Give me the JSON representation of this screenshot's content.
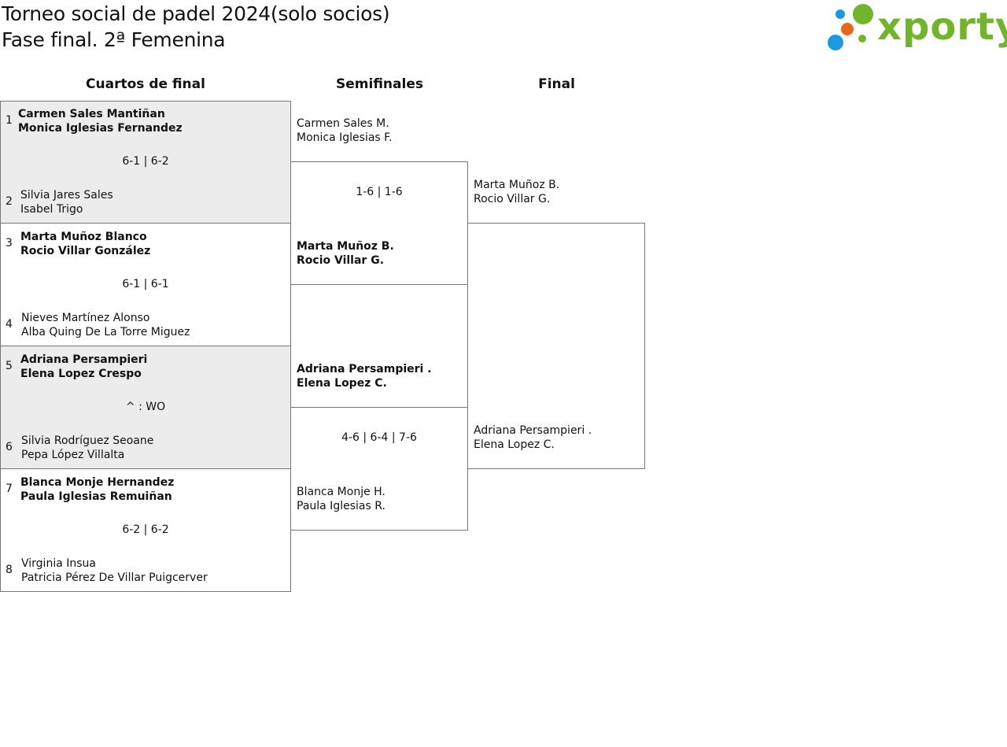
{
  "header": {
    "title_line1": "Torneo social de padel 2024(solo socios)",
    "title_line2": "Fase final. 2ª Femenina"
  },
  "logo": {
    "text": "xporty",
    "colors": [
      "#1a9be0",
      "#e8651a",
      "#72b42c"
    ]
  },
  "rounds": [
    "Cuartos de final",
    "Semifinales",
    "Final"
  ],
  "quarterfinals": [
    {
      "seed_a": "1",
      "team_a": [
        "Carmen Sales Mantiñan",
        "Monica Iglesias Fernandez"
      ],
      "score": "6-1 | 6-2",
      "seed_b": "2",
      "team_b": [
        "Silvia Jares Sales",
        "Isabel Trigo"
      ]
    },
    {
      "seed_a": "3",
      "team_a": [
        "Marta Muñoz Blanco",
        "Rocio Villar González"
      ],
      "score": "6-1 | 6-1",
      "seed_b": "4",
      "team_b": [
        "Nieves Martínez Alonso",
        "Alba Quing De La Torre Miguez"
      ]
    },
    {
      "seed_a": "5",
      "team_a": [
        "Adriana Persampieri",
        "Elena Lopez Crespo"
      ],
      "score": "^ : WO",
      "seed_b": "6",
      "team_b": [
        "Silvia Rodríguez Seoane",
        "Pepa López Villalta"
      ]
    },
    {
      "seed_a": "7",
      "team_a": [
        "Blanca Monje Hernandez",
        "Paula Iglesias Remuiñan"
      ],
      "score": "6-2 | 6-2",
      "seed_b": "8",
      "team_b": [
        "Virginia Insua",
        "Patricia Pérez De Villar Puigcerver"
      ]
    }
  ],
  "semifinals": [
    {
      "team_a": [
        "Carmen Sales M.",
        "Monica Iglesias F."
      ],
      "score": "1-6 | 1-6",
      "team_b": [
        "Marta Muñoz B.",
        "Rocio Villar G."
      ]
    },
    {
      "team_a": [
        "Adriana Persampieri .",
        "Elena Lopez C."
      ],
      "score": "4-6 | 6-4 | 7-6",
      "team_b": [
        "Blanca Monje H.",
        "Paula Iglesias R."
      ]
    }
  ],
  "final": {
    "team_a": [
      "Marta Muñoz B.",
      "Rocio Villar G."
    ],
    "team_b": [
      "Adriana Persampieri .",
      "Elena Lopez C."
    ]
  }
}
